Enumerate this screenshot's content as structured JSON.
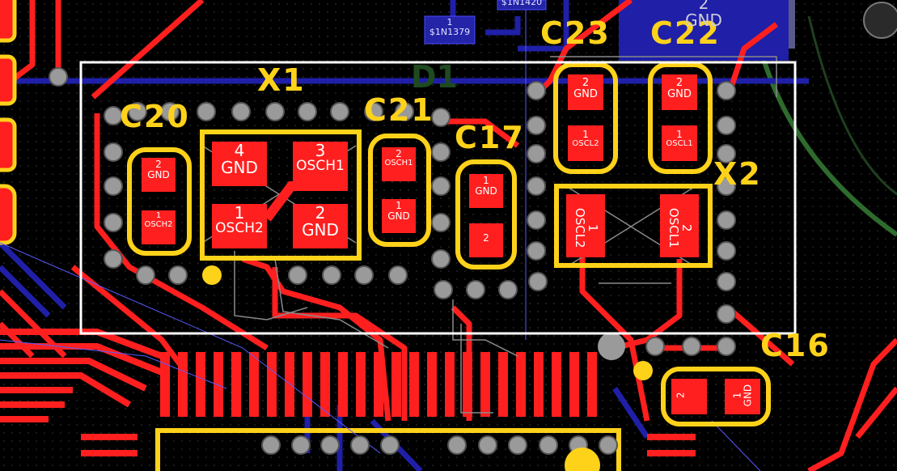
{
  "view": "PCB layout editor - zoomed on crystal oscillator area",
  "colors": {
    "background": "#000000",
    "copper_top": "#ff1f1f",
    "copper_bottom": "#1f1fa8",
    "silkscreen": "#ffd21a",
    "via": "#7a7a7a",
    "ratsnest": "#5a5aff",
    "selection_box": "#ffffff",
    "board_outline": "#2e6b2e"
  },
  "components": {
    "x1": {
      "ref": "X1",
      "pads": [
        {
          "num": "4",
          "net": "GND"
        },
        {
          "num": "3",
          "net": "OSCH1"
        },
        {
          "num": "1",
          "net": "OSCH2"
        },
        {
          "num": "2",
          "net": "GND"
        }
      ]
    },
    "c20": {
      "ref": "C20",
      "pads": [
        {
          "num": "2",
          "net": "GND"
        },
        {
          "num": "1",
          "net": "OSCH2"
        }
      ]
    },
    "c21": {
      "ref": "C21",
      "pads": [
        {
          "num": "2",
          "net": "OSCH1"
        },
        {
          "num": "1",
          "net": "GND"
        }
      ]
    },
    "c17": {
      "ref": "C17",
      "pads": [
        {
          "num": "1",
          "net": "GND"
        },
        {
          "num": "2",
          "net": ""
        }
      ]
    },
    "c23": {
      "ref": "C23",
      "pads": [
        {
          "num": "2",
          "net": "GND"
        },
        {
          "num": "1",
          "net": "OSCL2"
        }
      ]
    },
    "c22": {
      "ref": "C22",
      "pads": [
        {
          "num": "2",
          "net": "GND"
        },
        {
          "num": "1",
          "net": "OSCL1"
        }
      ]
    },
    "x2": {
      "ref": "X2",
      "pads": [
        {
          "num": "1",
          "net": "OSCL2"
        },
        {
          "num": "2",
          "net": "OSCL1"
        }
      ]
    },
    "c16": {
      "ref": "C16",
      "pads": [
        {
          "num": "2",
          "net": ""
        },
        {
          "num": "1",
          "net": "GND"
        }
      ]
    },
    "d1": {
      "ref": "D1"
    }
  },
  "net_labels": [
    {
      "num": "1",
      "name": "$1N1379"
    },
    {
      "num": "",
      "name": "$1N1420"
    }
  ],
  "top_right_pad": {
    "num": "2",
    "net": "GND"
  },
  "selection": {
    "label": "selected region"
  }
}
